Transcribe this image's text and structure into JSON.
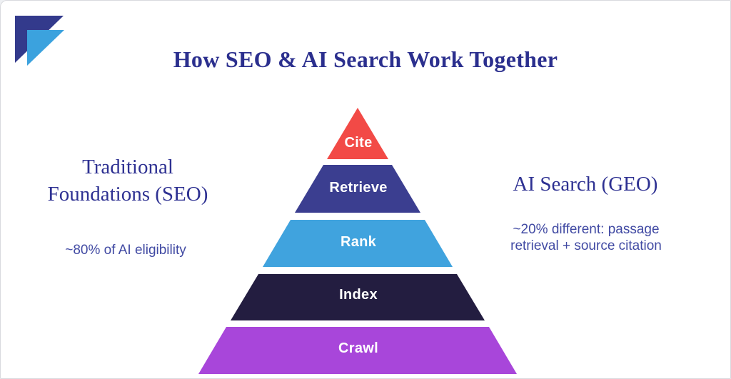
{
  "title": {
    "text": "How SEO & AI Search Work Together",
    "color": "#2b2f8e"
  },
  "logo": {
    "name": "brand-logo",
    "back_triangle_color": "#333a8c",
    "front_triangle_color": "#3ba2de"
  },
  "left_panel": {
    "heading_line1": "Traditional",
    "heading_line2": "Foundations (SEO)",
    "subtext": "~80% of AI eligibility"
  },
  "right_panel": {
    "heading": "AI Search (GEO)",
    "subtext_line1": "~20% different: passage",
    "subtext_line2": "retrieval + source citation"
  },
  "pyramid": {
    "description": "Five-stage search pipeline pyramid, top to bottom",
    "levels": [
      {
        "label": "Cite",
        "color": "#f24a46"
      },
      {
        "label": "Retrieve",
        "color": "#3b3e90"
      },
      {
        "label": "Rank",
        "color": "#40a3de"
      },
      {
        "label": "Index",
        "color": "#231d40"
      },
      {
        "label": "Crawl",
        "color": "#a846da"
      }
    ],
    "label_text_color": "#ffffff"
  }
}
